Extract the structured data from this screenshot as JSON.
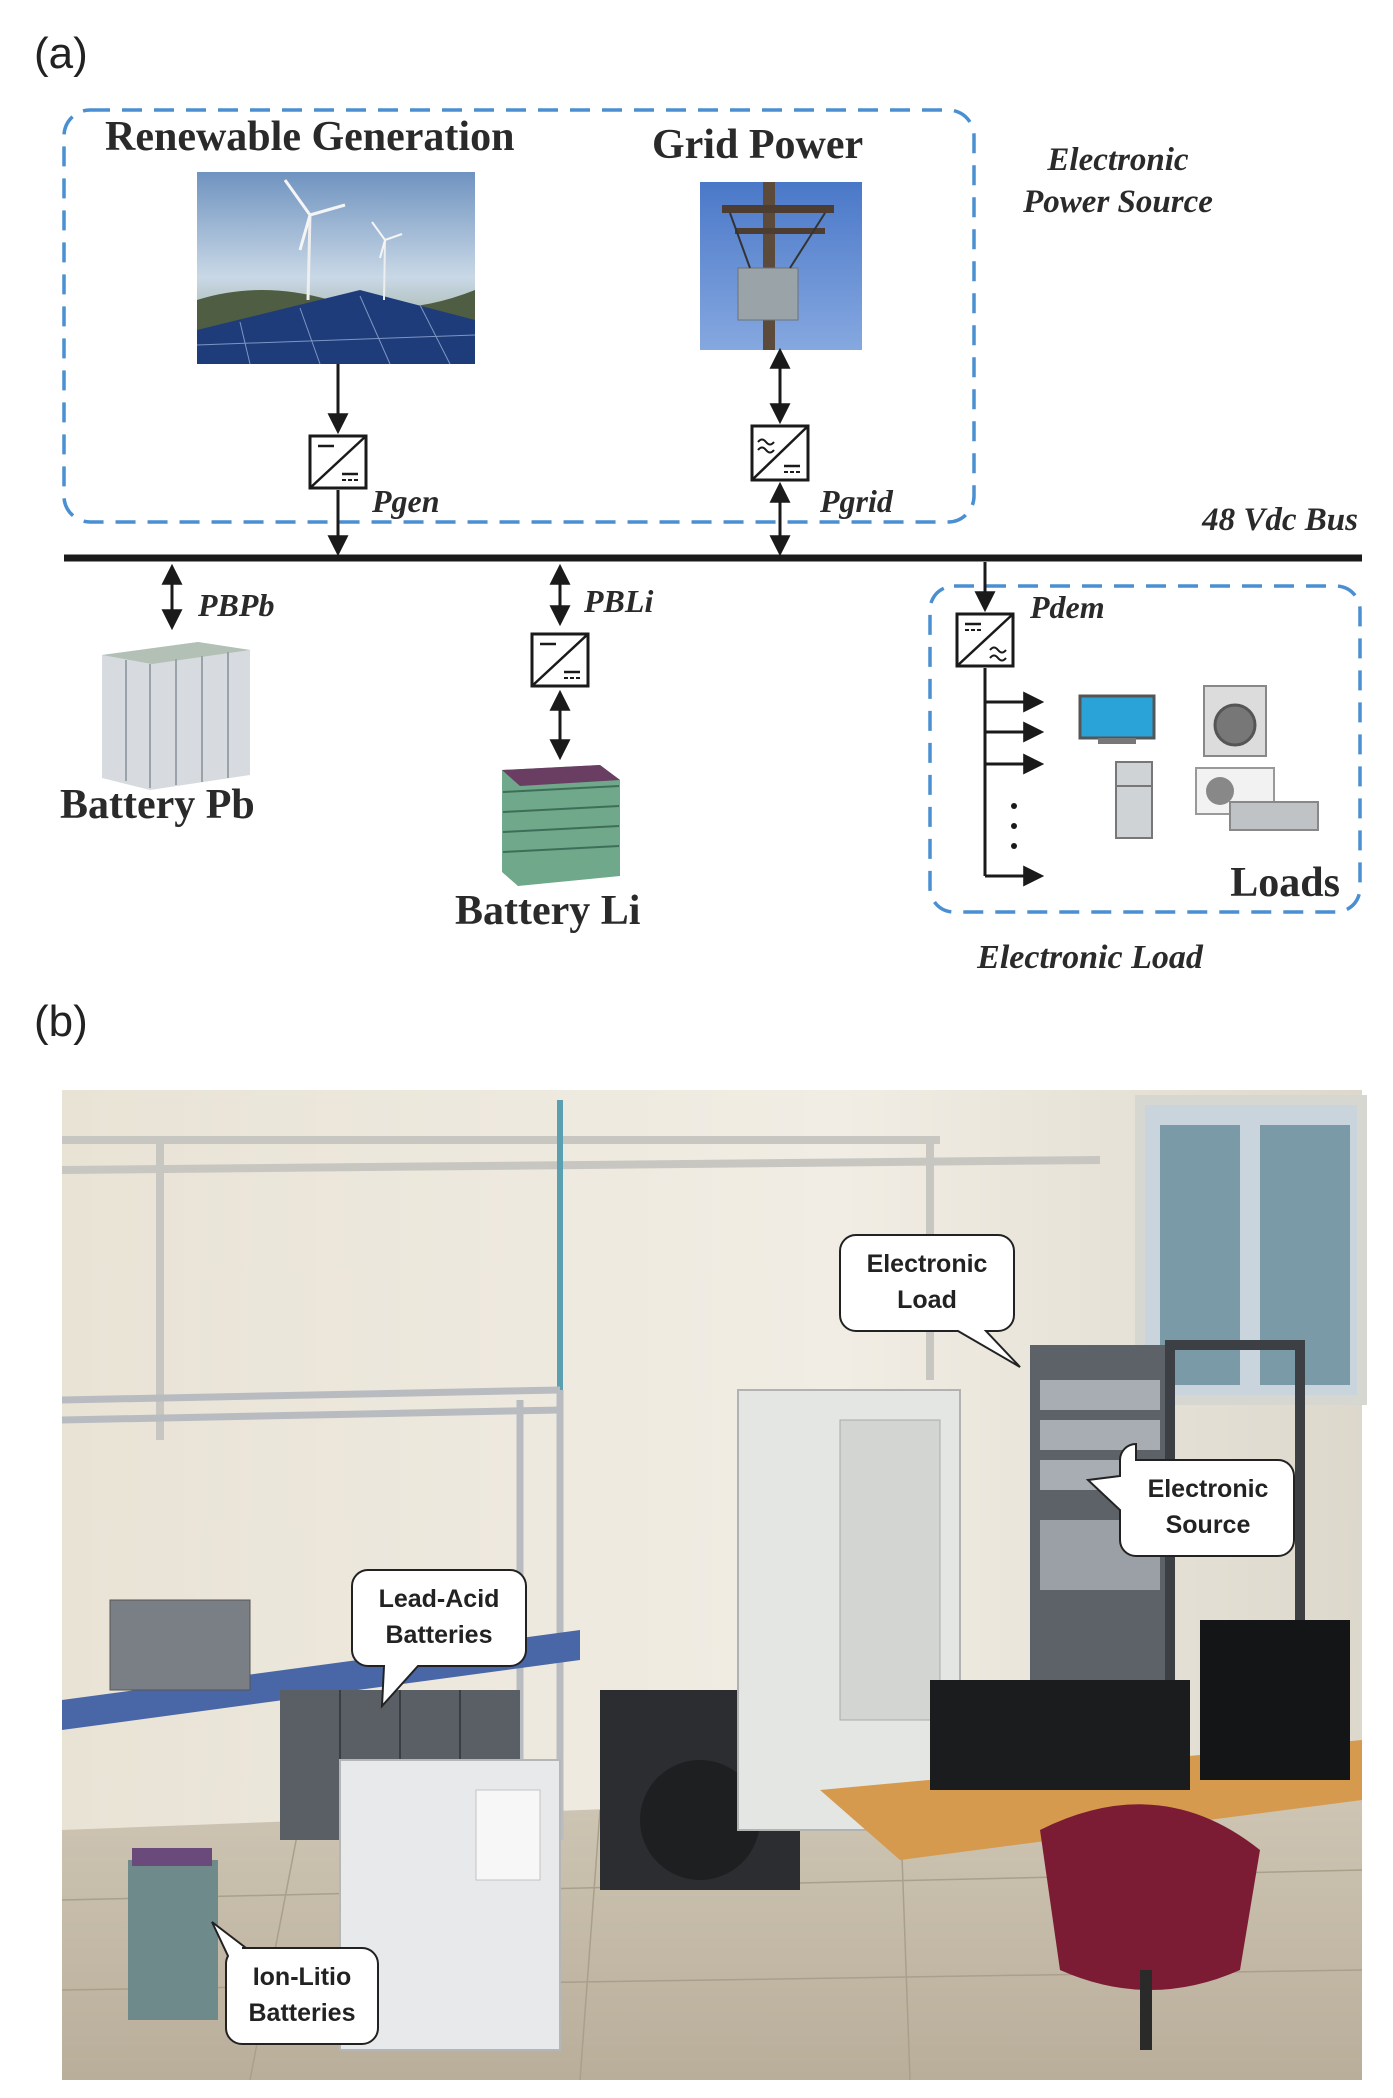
{
  "panel_a": {
    "label": "(a)",
    "renewable_title": "Renewable Generation",
    "grid_title": "Grid Power",
    "electronic_power_source_line1": "Electronic",
    "electronic_power_source_line2": "Power Source",
    "pgen": "Pgen",
    "pgrid": "Pgrid",
    "bus_label": "48 Vdc Bus",
    "pbpb": "PBPb",
    "pbli": "PBLi",
    "pdem": "Pdem",
    "battery_pb": "Battery Pb",
    "battery_li": "Battery Li",
    "loads": "Loads",
    "electronic_load": "Electronic Load"
  },
  "panel_b": {
    "label": "(b)",
    "callouts": {
      "electronic_load": [
        "Electronic",
        "Load"
      ],
      "electronic_source": [
        "Electronic",
        "Source"
      ],
      "lead_acid": [
        "Lead-Acid",
        "Batteries"
      ],
      "ion_litio": [
        "Ion-Litio",
        "Batteries"
      ]
    }
  },
  "colors": {
    "dashed_box": "#4a8fd1",
    "bus": "#1a1a1a",
    "text": "#2a2a2a"
  }
}
